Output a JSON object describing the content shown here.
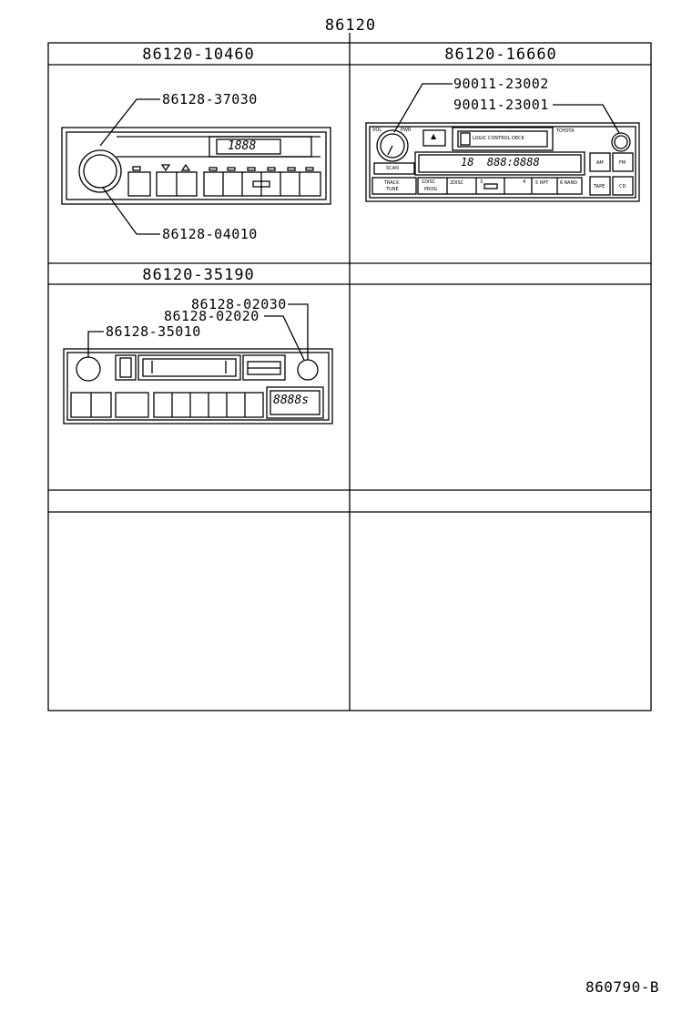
{
  "assembly_number": "86120",
  "drawing_id": "860790-B",
  "cells": {
    "top_left": {
      "header": "86120-10460",
      "callouts": {
        "knob_shaft": "86128-37030",
        "knob": "86128-04010"
      },
      "display_text": "1888"
    },
    "top_right": {
      "header": "86120-16660",
      "callouts": {
        "knob_left": "90011-23002",
        "knob_right": "90011-23001"
      },
      "panel_text": {
        "vol": "VOL",
        "pwr": "PWR",
        "brand": "TOYOTA",
        "eject": "▲",
        "deck": "LOGIC CONTROL DECK",
        "display": "18  888:8888",
        "scan": "SCAN",
        "track": "TRACK",
        "tune": "TUNE",
        "disc": "1DISC",
        "prog": "PROG",
        "btn_2": "2DISC",
        "btn_3": "3",
        "btn_4": "4",
        "btn_5": "5 RPT",
        "btn_6": "6 RAND",
        "am": "AM",
        "fm": "FM",
        "tape": "TAPE",
        "cd": "CD"
      }
    },
    "middle_left": {
      "header": "86120-35190",
      "callouts": {
        "part_a": "86128-02030",
        "part_b": "86128-02020",
        "part_c": "86128-35010"
      },
      "display_text": "8888s"
    },
    "middle_right": {
      "header": ""
    },
    "bottom_left": {
      "header": ""
    },
    "bottom_right": {
      "header": ""
    }
  }
}
